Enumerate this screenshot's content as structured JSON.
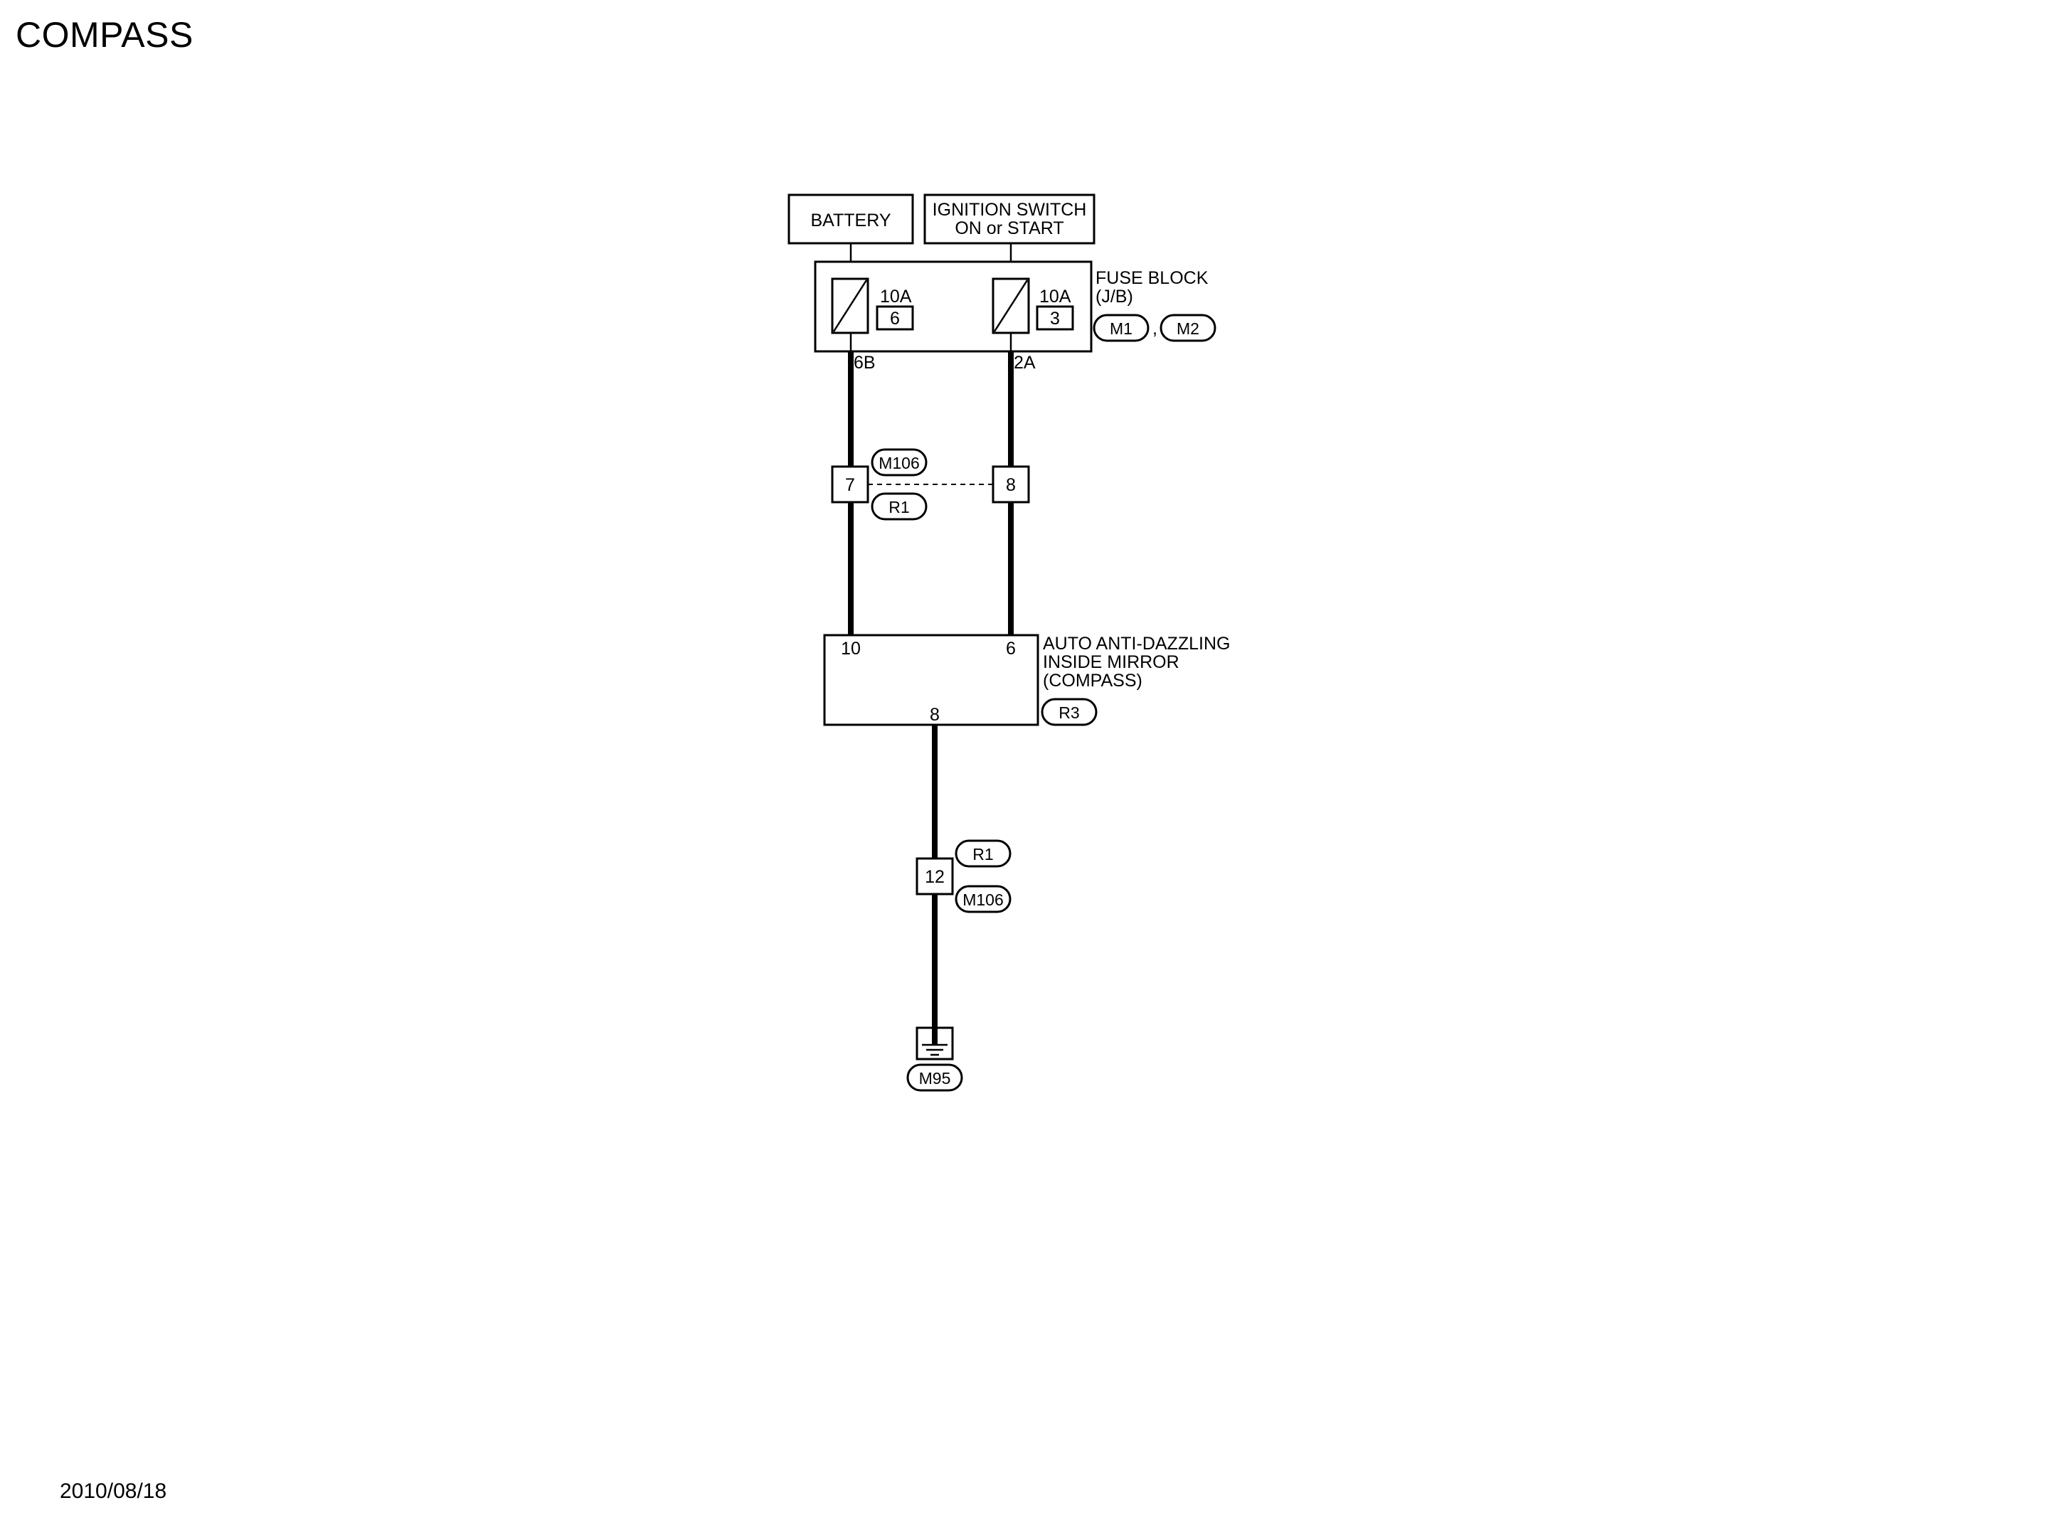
{
  "title": "COMPASS",
  "date": "2010/08/18",
  "sources": {
    "battery": "BATTERY",
    "ignition_line1": "IGNITION SWITCH",
    "ignition_line2": "ON or START"
  },
  "fuse_block": {
    "label_line1": "FUSE BLOCK",
    "label_line2": "(J/B)",
    "connectors": [
      "M1",
      "M2"
    ],
    "separator": ",",
    "fuses": [
      {
        "rating": "10A",
        "number": "6",
        "terminal": "6B"
      },
      {
        "rating": "10A",
        "number": "3",
        "terminal": "2A"
      }
    ]
  },
  "joint_connector": {
    "connector_top": "M106",
    "connector_bottom": "R1",
    "pins": [
      "7",
      "8"
    ]
  },
  "mirror": {
    "label_line1": "AUTO ANTI-DAZZLING",
    "label_line2": "INSIDE MIRROR",
    "label_line3": "(COMPASS)",
    "connector": "R3",
    "pins": [
      "10",
      "6",
      "8"
    ]
  },
  "ground_joint": {
    "connector_top": "R1",
    "connector_bottom": "M106",
    "pin": "12"
  },
  "ground": {
    "connector": "M95"
  }
}
